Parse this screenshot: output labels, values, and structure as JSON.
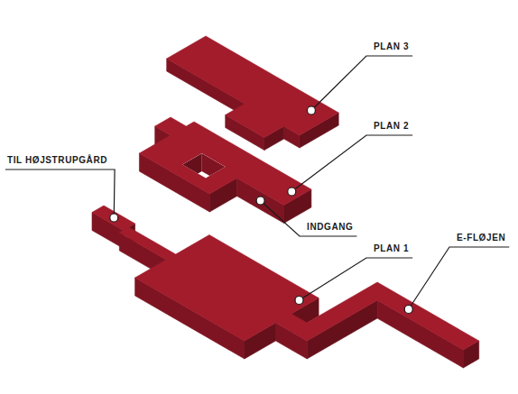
{
  "diagram": {
    "labels": [
      "PLAN 3",
      "PLAN 2",
      "TIL HØJSTRUPGÅRD",
      "INDGANG",
      "PLAN 1",
      "E-FLØJEN"
    ]
  }
}
